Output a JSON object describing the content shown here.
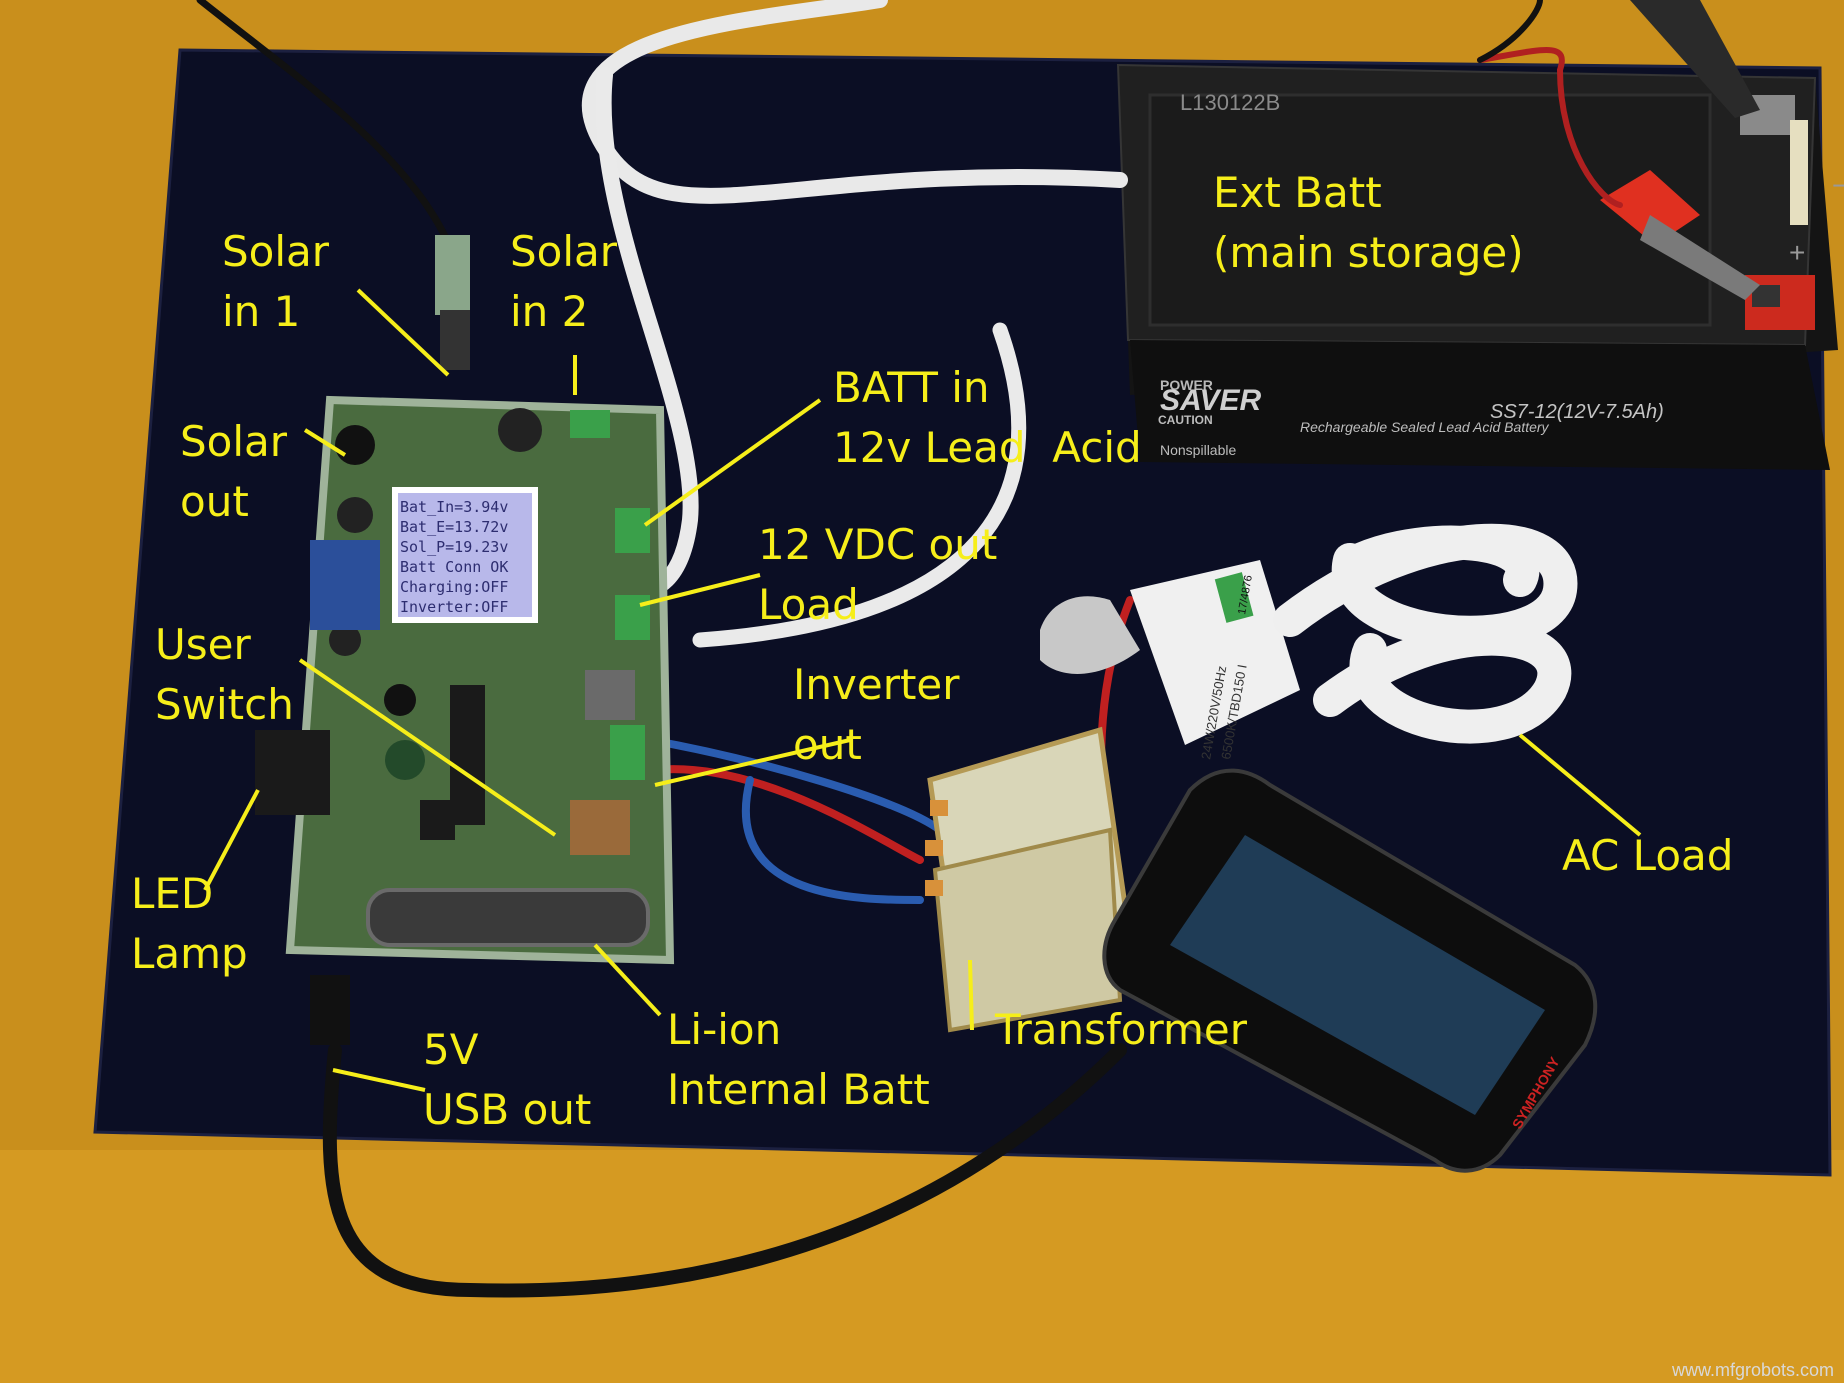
{
  "labels": {
    "solar_in_1": "Solar\nin 1",
    "solar_in_2": "Solar\nin 2",
    "solar_out": "Solar\nout",
    "batt_in": "BATT in\n12v Lead  Acid",
    "vdc_out": "12 VDC out\nLoad",
    "user_switch": "User\nSwitch",
    "inverter_out": "Inverter\nout",
    "led_lamp": "LED\nLamp",
    "usb_out": "5V\nUSB out",
    "li_ion": "Li-ion\nInternal Batt",
    "transformer": "Transformer",
    "ac_load": "AC Load",
    "ext_batt": "Ext Batt\n(main storage)"
  },
  "lcd": {
    "lines": [
      "Bat_In=3.94v",
      "Bat_E=13.72v",
      "Sol_P=19.23v",
      "Batt Conn OK",
      "Charging:OFF",
      "Inverter:OFF"
    ]
  },
  "battery": {
    "code": "L130122B",
    "brand": "SAVER",
    "brand_prefix": "POWER",
    "model": "SS7-12(12V-7.5Ah)",
    "subtitle": "Rechargeable Sealed Lead Acid Battery",
    "caution": "CAUTION",
    "nonspillable": "Nonspillable"
  },
  "bulb": {
    "rating": "24W/220V/50Hz",
    "model": "6500K/TBD150 I",
    "code": "17/4876"
  },
  "phone": {
    "brand": "SYMPHONY"
  },
  "watermark": "www.mfgrobots.com",
  "colors": {
    "background": "#c98f1c",
    "mat": "#0b0e24",
    "label": "#f6ee1a",
    "pcb": "#4a6b3f"
  }
}
